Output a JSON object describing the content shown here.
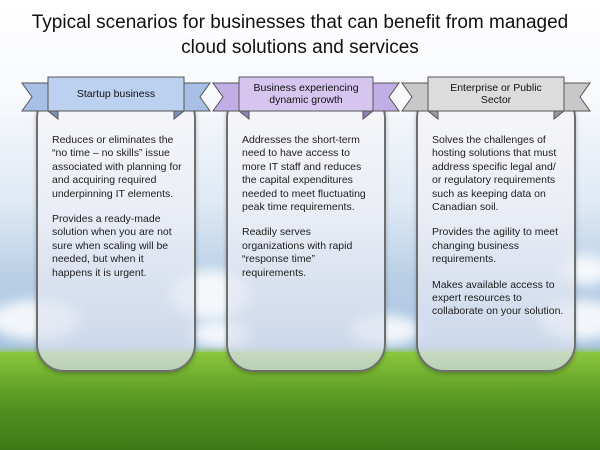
{
  "title": "Typical scenarios for businesses that can benefit from managed cloud solutions and services",
  "colors": {
    "ribbon_blue": "#bcd0f0",
    "ribbon_purple": "#d6c6ef",
    "ribbon_gray": "#dcdcdc",
    "grass": "#5e9f26",
    "sky": "#a9c4e0"
  },
  "cards": [
    {
      "heading": "Startup business",
      "paragraphs": [
        "Reduces or eliminates the “no time – no skills” issue associated with planning for and acquiring required underpinning IT elements.",
        "Provides a ready-made solution when you are not sure when scaling will be needed, but when it happens it is urgent."
      ]
    },
    {
      "heading": "Business experiencing dynamic growth",
      "paragraphs": [
        "Addresses the short-term need to have access to more IT staff and reduces the capital expenditures needed to meet fluctuating peak time requirements.",
        "Readily serves organizations with rapid “response time” requirements."
      ]
    },
    {
      "heading": "Enterprise or Public Sector",
      "paragraphs": [
        "Solves the challenges of hosting solutions that must address specific legal and/ or regulatory requirements such as keeping data on Canadian soil.",
        "Provides the agility to meet changing business requirements.",
        "Makes available access to expert resources to collaborate on your solution."
      ]
    }
  ]
}
